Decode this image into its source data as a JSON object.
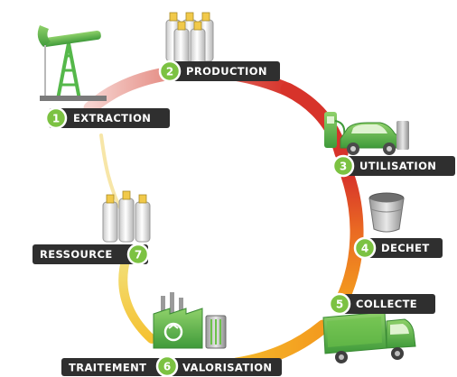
{
  "colors": {
    "label_bg": "#2f2f2f",
    "badge_green": "#7cc242",
    "badge_ring": "#ffffff",
    "arc_start": "#f7c9c4",
    "arc_red": "#d7332a",
    "arc_orange": "#f39a1e",
    "arc_yellow": "#f2d64b",
    "icon_green": "#55b84a"
  },
  "steps": [
    {
      "number": "1",
      "label": "EXTRACTION",
      "icon": "oil-pump-icon"
    },
    {
      "number": "2",
      "label": "PRODUCTION",
      "icon": "bottles-icon"
    },
    {
      "number": "3",
      "label": "UTILISATION",
      "icon": "car-fuel-pump-icon"
    },
    {
      "number": "4",
      "label": "DECHET",
      "icon": "bucket-icon"
    },
    {
      "number": "5",
      "label": "COLLECTE",
      "icon": "truck-icon"
    },
    {
      "number": "6",
      "label": "VALORISATION",
      "label_left": "TRAITEMENT",
      "icon": "factory-icon"
    },
    {
      "number": "7",
      "label": "RESSOURCE",
      "icon": "bottles-icon"
    }
  ]
}
